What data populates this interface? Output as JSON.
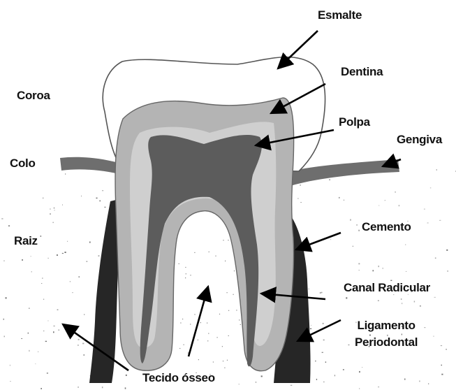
{
  "labels": {
    "esmalte": "Esmalte",
    "dentina": "Dentina",
    "polpa": "Polpa",
    "gengiva": "Gengiva",
    "coroa": "Coroa",
    "colo": "Colo",
    "raiz": "Raiz",
    "cemento": "Cemento",
    "canal_radicular": "Canal Radicular",
    "ligamento_line1": "Ligamento",
    "ligamento_line2": "Periodontal",
    "tecido_osseo": "Tecido ósseo"
  },
  "colors": {
    "enamel": "#ffffff",
    "dentin": "#b4b4b4",
    "dentin_inner": "#cfcfcf",
    "pulp": "#5c5c5c",
    "gum": "#6e6e6e",
    "ligament": "#262626",
    "outline": "#555555",
    "arrow": "#000000"
  }
}
